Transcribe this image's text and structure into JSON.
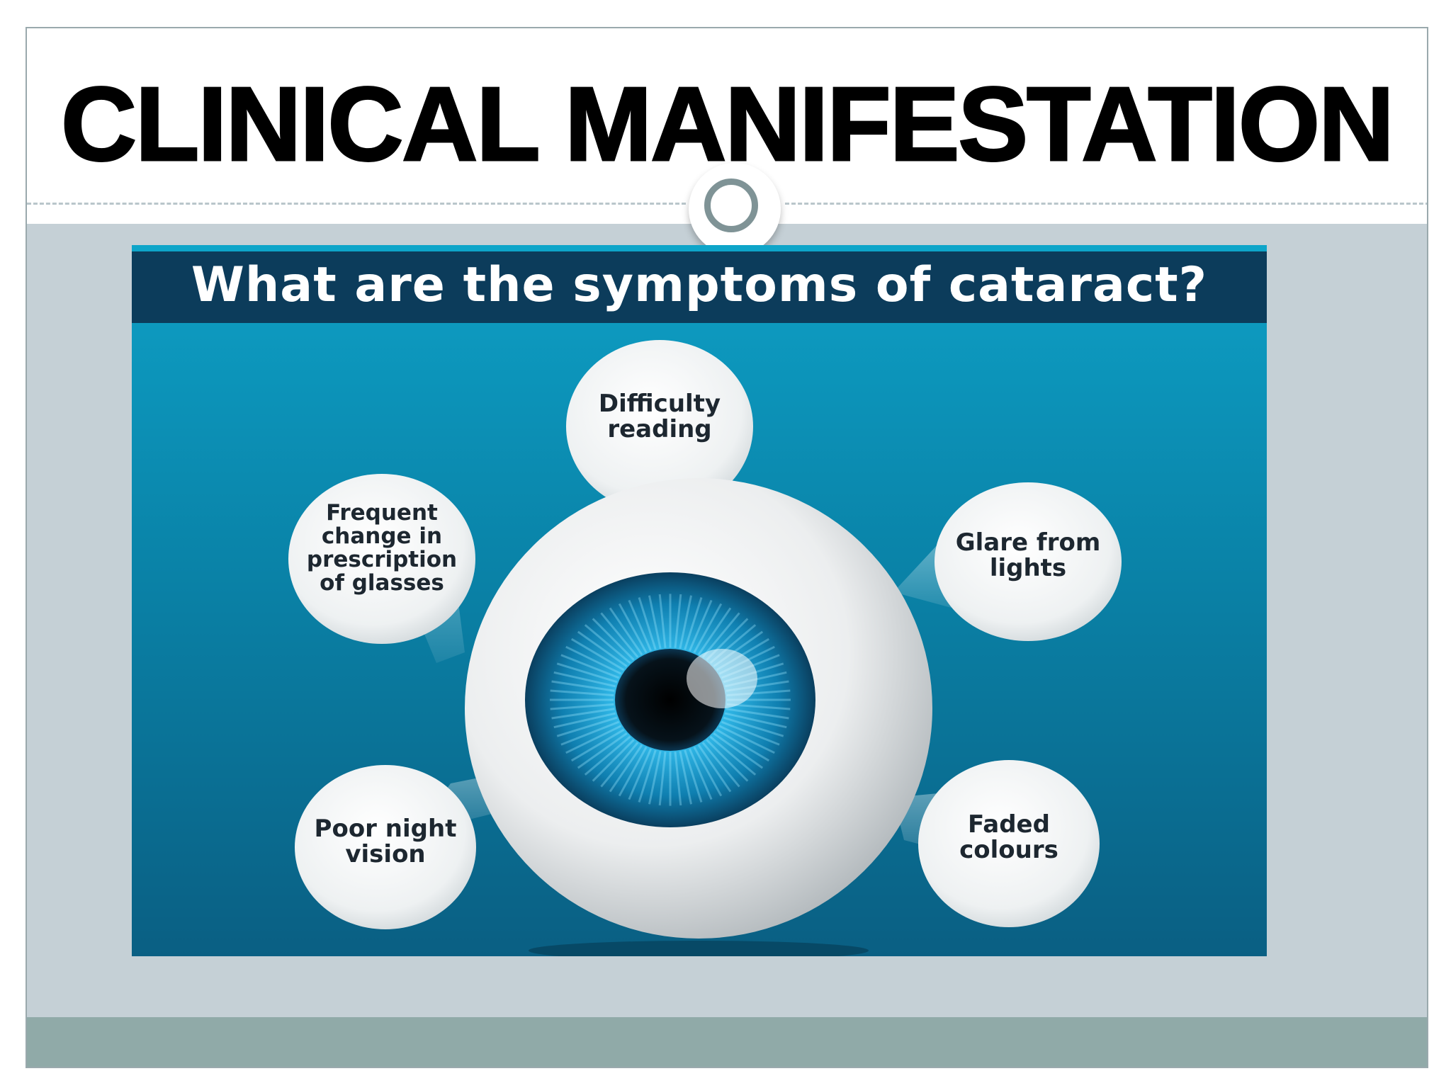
{
  "slide": {
    "title": "CLINICAL MANIFESTATION"
  },
  "infographic": {
    "title": "What are the symptoms of cataract?",
    "symptoms": [
      {
        "label": "Difficulty\nreading"
      },
      {
        "label": "Frequent\nchange in\nprescription\nof glasses"
      },
      {
        "label": "Glare from\nlights"
      },
      {
        "label": "Poor night\nvision"
      },
      {
        "label": "Faded\ncolours"
      }
    ],
    "colors": {
      "header_bg": "#0c3c5b",
      "iris": "#1aa7d6",
      "bubble": "#f2f4f5"
    }
  }
}
